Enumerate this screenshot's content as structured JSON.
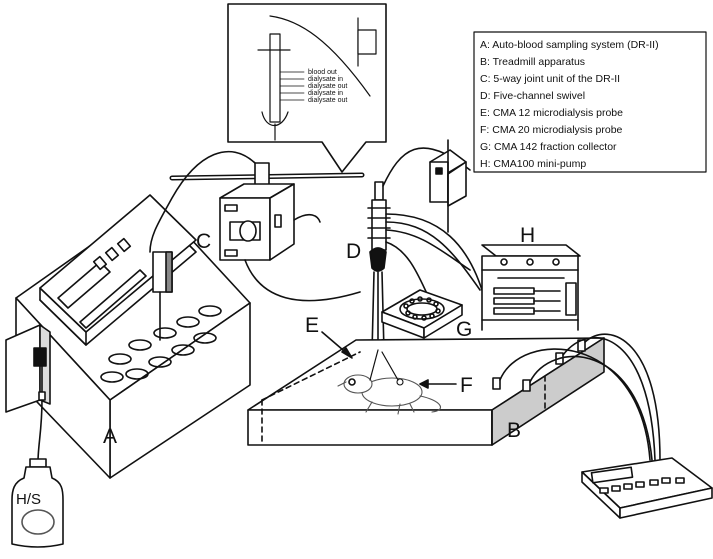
{
  "labels": {
    "A": "A",
    "B": "B",
    "C": "C",
    "D": "D",
    "E": "E",
    "F": "F",
    "G": "G",
    "H": "H"
  },
  "bottle_label": "H/S",
  "inset": {
    "lines": [
      "blood out",
      "dialysate in",
      "dialysate out",
      "dialysate in",
      "dialysate out"
    ]
  },
  "legend": {
    "items": [
      "A: Auto-blood sampling system (DR-II)",
      "B: Treadmill apparatus",
      "C: 5-way joint unit of the DR-II",
      "D: Five-channel swivel",
      "E: CMA 12 microdialysis probe",
      "F: CMA 20 microdialysis probe",
      "G: CMA 142 fraction collector",
      "H: CMA100 mini-pump"
    ]
  }
}
